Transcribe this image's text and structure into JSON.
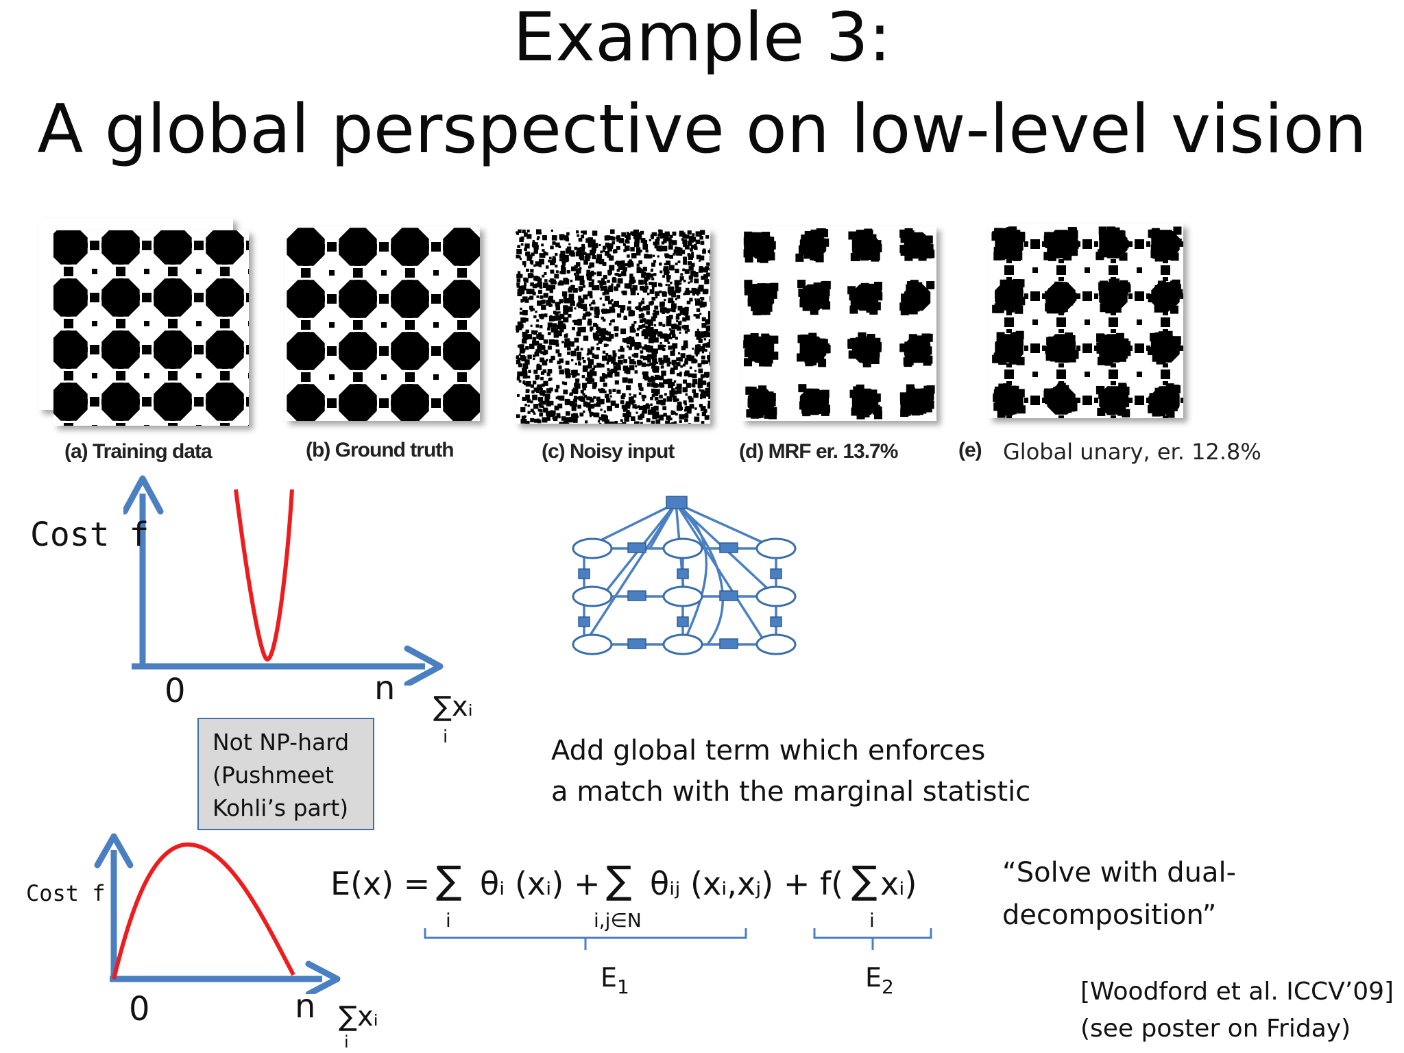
{
  "title": {
    "line1": "Example 3:",
    "line2": "A global perspective on low-level vision"
  },
  "panels": [
    {
      "letter": "(a)",
      "caption": "Training data"
    },
    {
      "letter": "(b)",
      "caption": "Ground truth"
    },
    {
      "letter": "(c)",
      "caption": "Noisy input"
    },
    {
      "letter": "(d)",
      "caption": "MRF er. 13.7%"
    },
    {
      "letter": "(e)",
      "caption": "Global unary, er. 12.8%"
    }
  ],
  "plot_top": {
    "ylabel": "Cost f",
    "x_origin": "0",
    "x_end": "n",
    "xlabel": "∑xᵢ",
    "xlabel_sub": "i"
  },
  "np_box": {
    "line1": "Not NP-hard",
    "line2": "(Pushmeet",
    "line3": "Kohli’s part)"
  },
  "global_term": {
    "line1": "Add global term which enforces",
    "line2": "a match with the marginal statistic"
  },
  "plot_bottom": {
    "ylabel": "Cost f",
    "x_origin": "0",
    "x_end": "n",
    "xlabel": "∑xᵢ",
    "xlabel_sub": "i"
  },
  "equation": {
    "lhs": "E(x) =",
    "sum1_sub": "i",
    "term1": "θᵢ (xᵢ) +",
    "sum2_sub": "i,j∈N",
    "term2": "θᵢⱼ (xᵢ,xⱼ) + f(",
    "term3": "xᵢ)",
    "sum3_sub": "i",
    "brace1_label": "E",
    "brace1_sub": "1",
    "brace2_label": "E",
    "brace2_sub": "2"
  },
  "solve_note": {
    "line1": "“Solve with dual-",
    "line2": "decomposition”"
  },
  "reference": {
    "line1": "[Woodford et al. ICCV’09]",
    "line2": "(see poster on Friday)"
  },
  "colors": {
    "axis_blue": "#4a7fc1",
    "curve_red": "#ee1c1c",
    "graph_blue": "#4a7fc1",
    "box_gray": "#d9d9d9"
  }
}
